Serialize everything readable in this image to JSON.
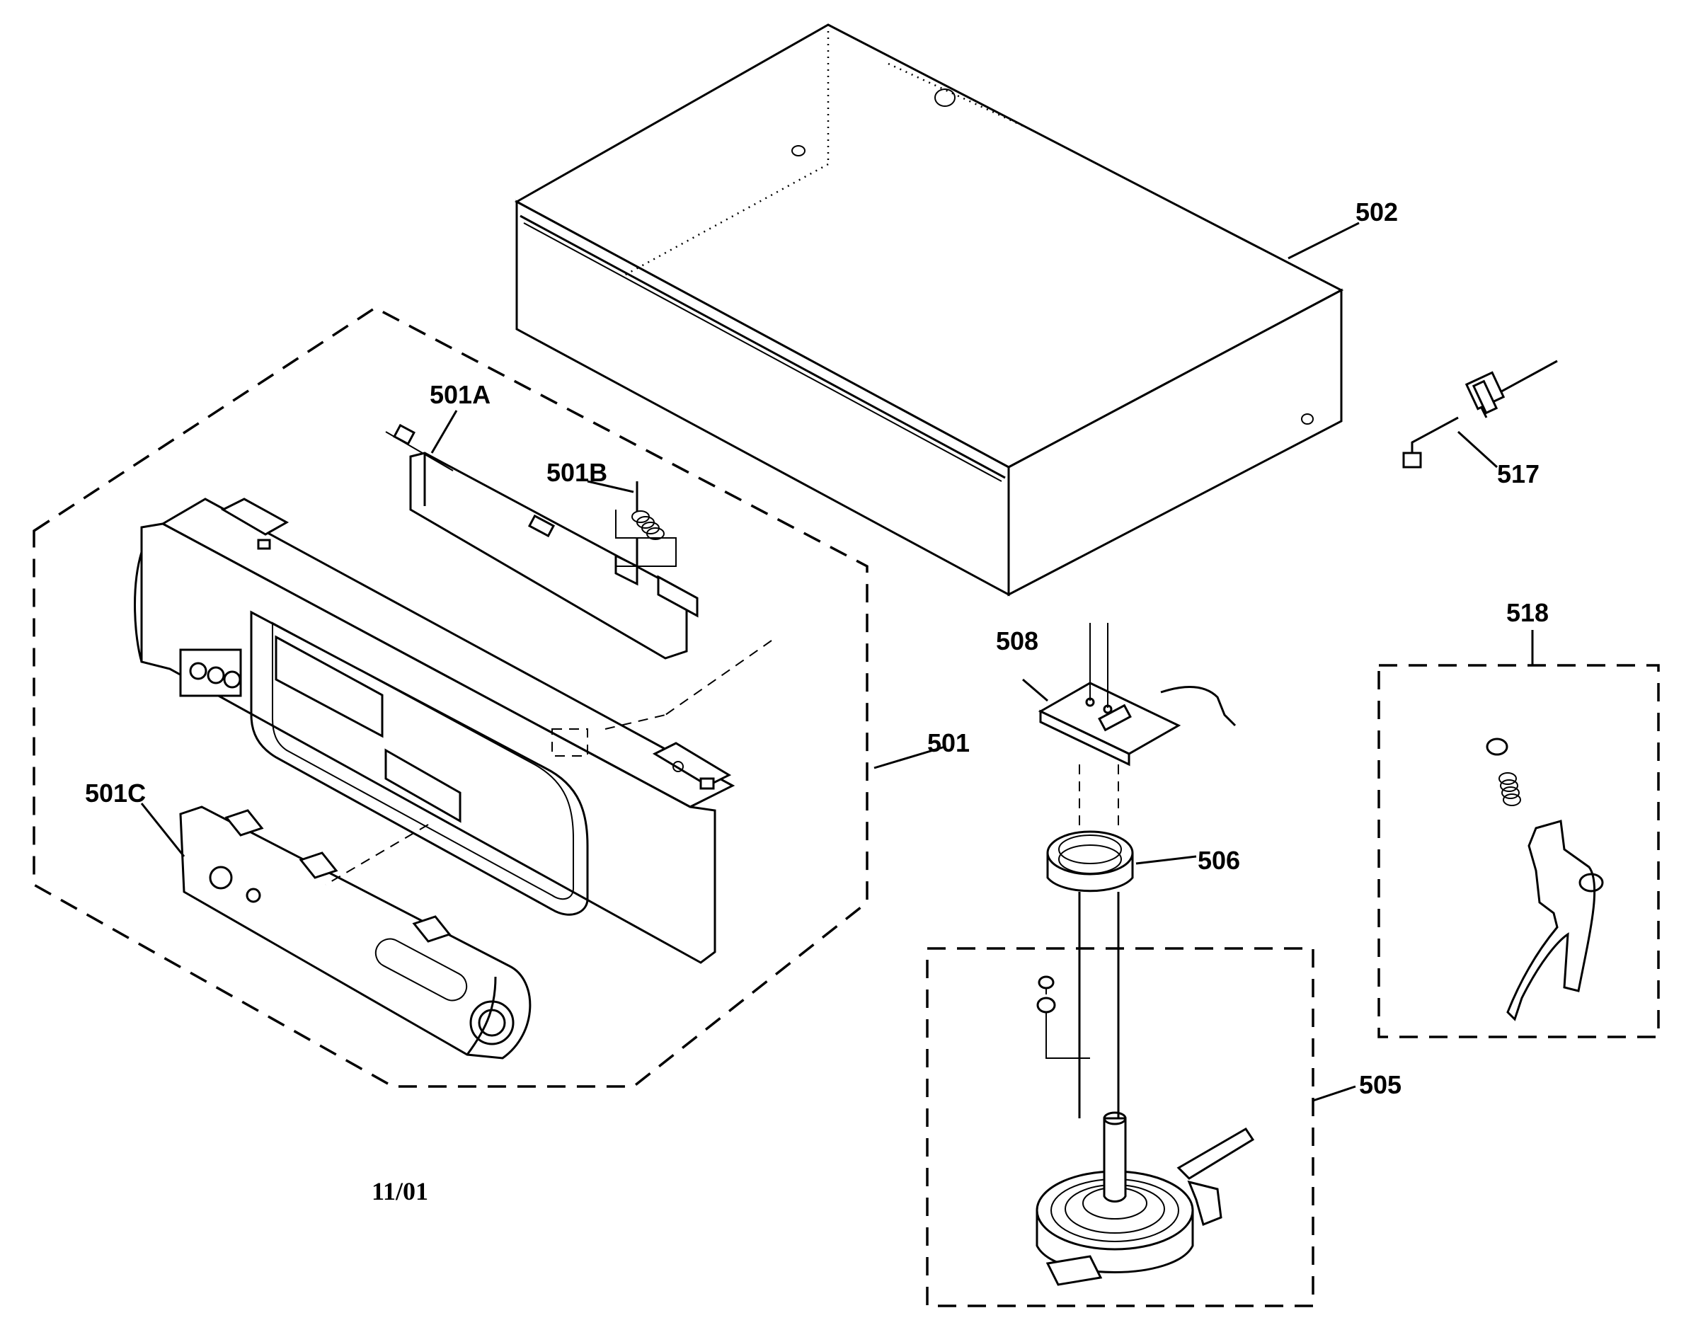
{
  "labels": {
    "p501": "501",
    "p501a": "501A",
    "p501b": "501B",
    "p501c": "501C",
    "p502": "502",
    "p505": "505",
    "p506": "506",
    "p508": "508",
    "p517": "517",
    "p518": "518"
  },
  "footer": {
    "date": "11/01"
  }
}
